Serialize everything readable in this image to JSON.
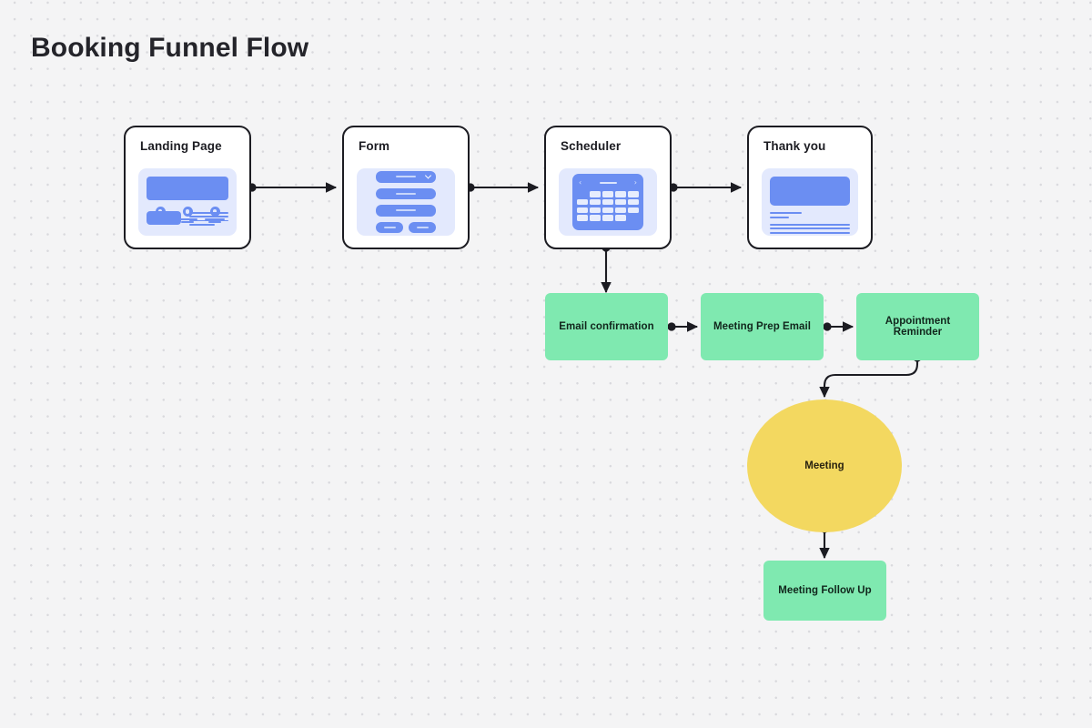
{
  "title": "Booking Funnel Flow",
  "canvas": {
    "background_color": "#f4f4f5",
    "dot_color": "#d9d9dd"
  },
  "colors": {
    "card_border": "#1c1c22",
    "card_fill": "#ffffff",
    "wireframe_panel": "#e3e9fd",
    "wireframe_blue": "#6b8ef2",
    "green_node": "#7fe9b0",
    "yellow_node": "#f3d860",
    "edge": "#1c1c22"
  },
  "stages": [
    {
      "id": "landing-page",
      "label": "Landing Page",
      "mockup": "landing-page-wireframe"
    },
    {
      "id": "form",
      "label": "Form",
      "mockup": "form-wireframe"
    },
    {
      "id": "scheduler",
      "label": "Scheduler",
      "mockup": "calendar-wireframe"
    },
    {
      "id": "thank-you",
      "label": "Thank you",
      "mockup": "confirmation-wireframe"
    }
  ],
  "emails": [
    {
      "id": "email-confirmation",
      "label": "Email confirmation"
    },
    {
      "id": "meeting-prep-email",
      "label": "Meeting Prep Email"
    },
    {
      "id": "appointment-reminder",
      "label": "Appointment Reminder"
    }
  ],
  "meeting": {
    "id": "meeting",
    "label": "Meeting",
    "shape": "ellipse"
  },
  "followup": {
    "id": "meeting-follow-up",
    "label": "Meeting Follow Up"
  },
  "connections": [
    {
      "from": "Landing Page",
      "to": "Form"
    },
    {
      "from": "Form",
      "to": "Scheduler"
    },
    {
      "from": "Scheduler",
      "to": "Thank you"
    },
    {
      "from": "Scheduler",
      "to": "Email confirmation"
    },
    {
      "from": "Email confirmation",
      "to": "Meeting Prep Email"
    },
    {
      "from": "Meeting Prep Email",
      "to": "Appointment Reminder"
    },
    {
      "from": "Appointment Reminder",
      "to": "Meeting"
    },
    {
      "from": "Meeting",
      "to": "Meeting Follow Up"
    }
  ]
}
